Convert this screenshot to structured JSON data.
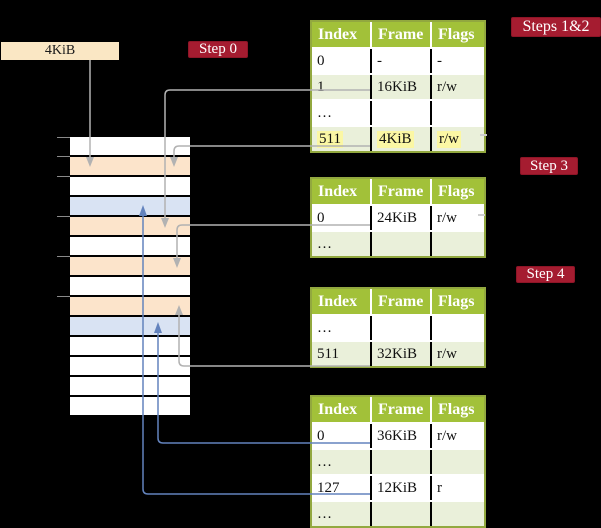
{
  "pointer_box": {
    "label": "4KiB"
  },
  "badges": {
    "step0": "Step 0",
    "steps12": "Steps 1&2",
    "step3": "Step 3",
    "step4": "Step 4"
  },
  "tables": {
    "headers": [
      "Index",
      "Frame",
      "Flags"
    ],
    "t1": {
      "rows": [
        {
          "index": "0",
          "frame": "-",
          "flags": "-"
        },
        {
          "index": "1",
          "frame": "16KiB",
          "flags": "r/w"
        },
        {
          "index": "…",
          "frame": "",
          "flags": ""
        },
        {
          "index": "511",
          "frame": "4KiB",
          "flags": "r/w",
          "highlight": true
        }
      ]
    },
    "t2": {
      "rows": [
        {
          "index": "0",
          "frame": "24KiB",
          "flags": "r/w"
        },
        {
          "index": "…",
          "frame": "",
          "flags": ""
        }
      ]
    },
    "t3": {
      "rows": [
        {
          "index": "…",
          "frame": "",
          "flags": ""
        },
        {
          "index": "511",
          "frame": "32KiB",
          "flags": "r/w"
        }
      ]
    },
    "t4": {
      "rows": [
        {
          "index": "0",
          "frame": "36KiB",
          "flags": "r/w"
        },
        {
          "index": "…",
          "frame": "",
          "flags": ""
        },
        {
          "index": "127",
          "frame": "12KiB",
          "flags": "r"
        },
        {
          "index": "…",
          "frame": "",
          "flags": ""
        }
      ]
    }
  },
  "memory": {
    "rows": [
      "white",
      "orange",
      "white",
      "blue",
      "orange",
      "white",
      "orange",
      "white",
      "orange",
      "blue",
      "white",
      "white",
      "white",
      "white"
    ]
  },
  "colors": {
    "background": "#000000",
    "table_header_green": "#A2C139",
    "table_border_olive": "#92A83F",
    "row_green": "#EAF0DA",
    "highlight_yellow": "#FBF7A4",
    "badge_red": "#A51C30",
    "pointer_box_wheat": "#FAE7C4",
    "memory_orange": "#FCE4CB",
    "memory_blue": "#D9E3F3",
    "arrow_gray": "#B2B2B2",
    "arrow_blue": "#6383BD"
  }
}
